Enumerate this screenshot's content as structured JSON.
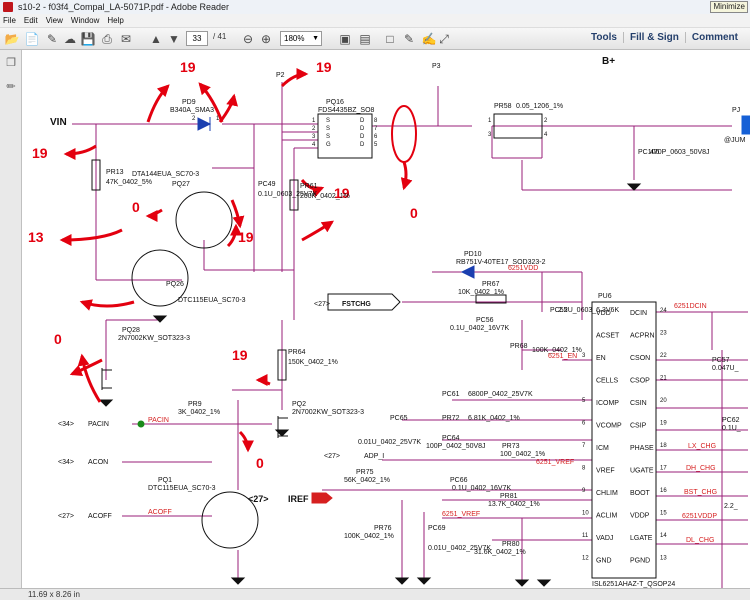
{
  "window": {
    "title": "s10-2 - f03f4_Compal_LA-5071P.pdf - Adobe Reader",
    "minimize_tooltip": "Minimize"
  },
  "menu": [
    "File",
    "Edit",
    "View",
    "Window",
    "Help"
  ],
  "toolbar": {
    "current_page": "33",
    "total_pages": "/ 41",
    "zoom": "180%",
    "tools": "Tools",
    "fill_sign": "Fill & Sign",
    "comment": "Comment"
  },
  "status": {
    "page_size": "11.69 x 8.26 in"
  },
  "schematic": {
    "labels": {
      "vin": "VIN",
      "bplus": "B+",
      "p2": "P2",
      "p3": "P3",
      "pd9": "PD9",
      "pd9_part": "B340A_SMA3",
      "pq16": "PQ16",
      "pq16_part": "FDS4435BZ_SO8",
      "pr58": "PR58",
      "pr58_val": "0.05_1206_1%",
      "pr13": "PR13",
      "pr13_val": "47K_0402_5%",
      "pq27": "PQ27",
      "pq27_part": "DTA144EUA_SC70-3",
      "pc49": "PC49",
      "pc49_val": "0.1U_0603_25V7K",
      "pr61": "PR61",
      "pr61_val": "200K_0402_1%",
      "pq26": "PQ26",
      "pq26_part": "DTC115EUA_SC70-3",
      "pq28": "PQ28",
      "pq28_part": "2N7002KW_SOT323-3",
      "pr64": "PR64",
      "pr64_val": "150K_0402_1%",
      "pq2": "PQ2",
      "pq2_part": "2N7002KW_SOT323-3",
      "pr9": "PR9",
      "pr9_val": "3K_0402_1%",
      "pacin_ref": "<34>",
      "pacin": "PACIN",
      "acon_ref": "<34>",
      "acon": "ACON",
      "acoff_ref": "<27>",
      "acoff": "ACOFF",
      "pq1": "PQ1",
      "pq1_part": "DTC115EUA_SC70-3",
      "pq1_ref": "<27>",
      "pd10": "PD10",
      "pd10_part": "RB751V-40TE17_SOD323-2",
      "vdd_net": "6251VDD",
      "pr67": "PR67",
      "pr67_val": "10K_0402_1%",
      "fstchg_ref": "<27>",
      "fstchg": "FSTCHG",
      "pc56": "PC56",
      "pc56_val": "0.1U_0402_16V7K",
      "pc55": "PC55",
      "pc55_val": "2.2U_0603_6.3V6K",
      "pr68": "PR68",
      "pr68_val": "100K_0402_1%",
      "pu6": "PU6",
      "pu6_part": "ISL6251AHAZ-T_QSOP24",
      "en_net": "6251_EN",
      "pc61": "PC61",
      "pc61_val": "6800P_0402_25V7K",
      "pc65": "PC65",
      "pc65_val": "0.01U_0402_25V7K",
      "pr72": "PR72",
      "pr72_val": "6.81K_0402_1%",
      "pc64": "PC64",
      "pc64_val": "100P_0402_50V8J",
      "adp_ref": "<27>",
      "adp_i": "ADP_I",
      "pr73": "PR73",
      "pr73_val": "100_0402_1%",
      "vref_net": "6251_VREF",
      "pr75": "PR75",
      "pr75_val": "56K_0402_1%",
      "iref": "IREF",
      "pc66": "PC66",
      "pc66_val": "0.1U_0402_16V7K",
      "pr81": "PR81",
      "pr81_val": "13.7K_0402_1%",
      "vref_net2": "6251_VREF",
      "pr76": "PR76",
      "pr76_val": "100K_0402_1%",
      "pc69": "PC69",
      "pc69_val": "0.01U_0402_25V7K",
      "pr80": "PR80",
      "pr80_val": "31.6K_0402_1%",
      "pc106": "PC106",
      "pc106_val": "470P_0603_50V8J",
      "dcin_net": "6251DCIN",
      "lx_chg": "LX_CHG",
      "dh_chg": "DH_CHG",
      "bst_chg": "BST_CHG",
      "vddp_net": "6251VDDP",
      "dl_chg": "DL_CHG",
      "pc57": "PC57",
      "pc57_val": "0.047U_",
      "pc62": "PC62",
      "pc62_val": "0.1U_",
      "pc_val_right": "2.2_",
      "jum": "@JUM",
      "pj": "PJ"
    },
    "pu6_left_pins": [
      {
        "name": "VDD",
        "num": ""
      },
      {
        "name": "ACSET",
        "num": ""
      },
      {
        "name": "EN",
        "num": "3"
      },
      {
        "name": "CELLS",
        "num": ""
      },
      {
        "name": "ICOMP",
        "num": "5"
      },
      {
        "name": "VCOMP",
        "num": "6"
      },
      {
        "name": "ICM",
        "num": "7"
      },
      {
        "name": "VREF",
        "num": "8"
      },
      {
        "name": "CHLIM",
        "num": "9"
      },
      {
        "name": "ACLIM",
        "num": "10"
      },
      {
        "name": "VADJ",
        "num": "11"
      },
      {
        "name": "GND",
        "num": "12"
      }
    ],
    "pu6_right_pins": [
      {
        "name": "DCIN",
        "num": "24"
      },
      {
        "name": "ACPRN",
        "num": "23"
      },
      {
        "name": "CSON",
        "num": "22"
      },
      {
        "name": "CSOP",
        "num": "21"
      },
      {
        "name": "CSIN",
        "num": "20"
      },
      {
        "name": "CSIP",
        "num": "19"
      },
      {
        "name": "PHASE",
        "num": "18"
      },
      {
        "name": "UGATE",
        "num": "17"
      },
      {
        "name": "BOOT",
        "num": "16"
      },
      {
        "name": "VDDP",
        "num": "15"
      },
      {
        "name": "LGATE",
        "num": "14"
      },
      {
        "name": "PGND",
        "num": "13"
      }
    ],
    "annotations": [
      "19",
      "19",
      "19",
      "19",
      "0",
      "19",
      "13",
      "0",
      "19",
      "0",
      "0"
    ],
    "pq16_pins_left": [
      "S",
      "S",
      "S",
      "G"
    ],
    "pq16_pins_right": [
      "D",
      "D",
      "D",
      "D"
    ],
    "pin_numbers": {
      "pd9_a": "2",
      "pd9_k": "1",
      "pq16_l": [
        "1",
        "2",
        "3",
        "4"
      ],
      "pq16_r": [
        "8",
        "7",
        "6",
        "5"
      ],
      "pr58": [
        "1",
        "2",
        "4",
        "3"
      ]
    }
  },
  "colors": {
    "annotation": "#e3000f",
    "net_red": "#d62020",
    "wire": "#9a1f7a",
    "body": "#111111"
  }
}
